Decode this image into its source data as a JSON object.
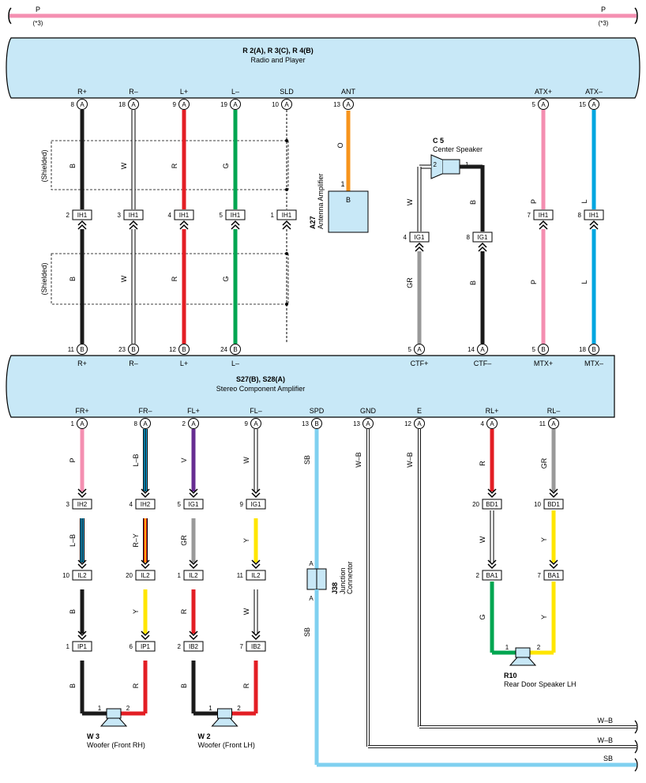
{
  "power_bar": {
    "wire_color": "P",
    "left_note": "(*3)",
    "right_note": "(*3)"
  },
  "colors": {
    "B": "#1a1a1a",
    "W": "#ffffff",
    "R": "#e31e24",
    "G": "#00a651",
    "O": "#f7941d",
    "P": "#f48fb1",
    "L": "#00a6e0",
    "GR": "#999999",
    "V": "#662d91",
    "Y": "#ffe600",
    "SB": "#7fd0f0",
    "box": "#c8e8f7"
  },
  "radio": {
    "title": "R 2(A), R 3(C), R 4(B)",
    "subtitle": "Radio and Player",
    "pins": [
      {
        "name": "R+",
        "num": "8",
        "conn": "A"
      },
      {
        "name": "R–",
        "num": "18",
        "conn": "A"
      },
      {
        "name": "L+",
        "num": "9",
        "conn": "A"
      },
      {
        "name": "L–",
        "num": "19",
        "conn": "A"
      },
      {
        "name": "SLD",
        "num": "10",
        "conn": "A"
      },
      {
        "name": "ANT",
        "num": "13",
        "conn": "A"
      },
      {
        "name": "ATX+",
        "num": "5",
        "conn": "A"
      },
      {
        "name": "ATX–",
        "num": "15",
        "conn": "A"
      }
    ]
  },
  "amp": {
    "title": "S27(B), S28(A)",
    "subtitle": "Stereo Component Amplifier",
    "top_pins": [
      {
        "name": "R+",
        "num": "11",
        "conn": "B"
      },
      {
        "name": "R–",
        "num": "23",
        "conn": "B"
      },
      {
        "name": "L+",
        "num": "12",
        "conn": "B"
      },
      {
        "name": "L–",
        "num": "24",
        "conn": "B"
      },
      {
        "name": "CTF+",
        "num": "5",
        "conn": "A"
      },
      {
        "name": "CTF–",
        "num": "14",
        "conn": "A"
      },
      {
        "name": "MTX+",
        "num": "5",
        "conn": "B"
      },
      {
        "name": "MTX–",
        "num": "18",
        "conn": "B"
      }
    ],
    "bottom_pins": [
      {
        "name": "FR+",
        "num": "1",
        "conn": "A"
      },
      {
        "name": "FR–",
        "num": "8",
        "conn": "A"
      },
      {
        "name": "FL+",
        "num": "2",
        "conn": "A"
      },
      {
        "name": "FL–",
        "num": "9",
        "conn": "A"
      },
      {
        "name": "SPD",
        "num": "13",
        "conn": "B"
      },
      {
        "name": "GND",
        "num": "13",
        "conn": "A"
      },
      {
        "name": "E",
        "num": "12",
        "conn": "A"
      },
      {
        "name": "RL+",
        "num": "4",
        "conn": "A"
      },
      {
        "name": "RL–",
        "num": "11",
        "conn": "A"
      }
    ]
  },
  "shielded": "(Shielded)",
  "upper_wires": [
    {
      "color": "B",
      "top_label": "B",
      "bot_label": "B",
      "conn": "IH1",
      "pin": "2"
    },
    {
      "color": "W",
      "top_label": "W",
      "bot_label": "W",
      "conn": "IH1",
      "pin": "3"
    },
    {
      "color": "R",
      "top_label": "R",
      "bot_label": "R",
      "conn": "IH1",
      "pin": "4"
    },
    {
      "color": "G",
      "top_label": "G",
      "bot_label": "G",
      "conn": "IH1",
      "pin": "5"
    },
    {
      "color": "SLD",
      "conn": "IH1",
      "pin": "1"
    },
    {
      "color": "P",
      "top_label": "P",
      "bot_label": "P",
      "conn": "IH1",
      "pin": "7"
    },
    {
      "color": "L",
      "top_label": "L",
      "bot_label": "L",
      "conn": "IH1",
      "pin": "8"
    }
  ],
  "antenna": {
    "id": "A27",
    "name": "Antenna Amplifier",
    "wire": "O",
    "pin": "1",
    "conn": "B"
  },
  "center_speaker": {
    "id": "C 5",
    "name": "Center Speaker",
    "pin_left": "2",
    "pin_right": "1",
    "left_wire": "W",
    "right_wire": "B",
    "left_conn": "IG1",
    "left_pin": "4",
    "right_conn": "IG1",
    "right_pin": "8",
    "left_bottom": "GR",
    "right_bottom": "B"
  },
  "front_rh": {
    "plus": [
      {
        "label": "P",
        "conn": "IH2",
        "pin": "3"
      },
      {
        "label": "L–B",
        "conn": "IL2",
        "pin": "10"
      },
      {
        "label": "B",
        "conn": "IP1",
        "pin": "1"
      },
      {
        "label": "B"
      }
    ],
    "minus": [
      {
        "label": "L–B",
        "conn": "IH2",
        "pin": "4"
      },
      {
        "label": "R–Y",
        "conn": "IL2",
        "pin": "20"
      },
      {
        "label": "Y",
        "conn": "IP1",
        "pin": "6"
      },
      {
        "label": "R"
      }
    ],
    "speaker": {
      "id": "W 3",
      "name": "Woofer (Front RH)",
      "pin_left": "1",
      "pin_right": "2"
    }
  },
  "front_lh": {
    "plus": [
      {
        "label": "V",
        "conn": "IG1",
        "pin": "5"
      },
      {
        "label": "GR",
        "conn": "IL2",
        "pin": "1"
      },
      {
        "label": "R",
        "conn": "IB2",
        "pin": "2"
      },
      {
        "label": "B"
      }
    ],
    "minus": [
      {
        "label": "W",
        "conn": "IG1",
        "pin": "9"
      },
      {
        "label": "Y",
        "conn": "IL2",
        "pin": "11"
      },
      {
        "label": "W",
        "conn": "IB2",
        "pin": "7"
      },
      {
        "label": "R"
      }
    ],
    "speaker": {
      "id": "W 2",
      "name": "Woofer (Front LH)",
      "pin_left": "1",
      "pin_right": "2"
    }
  },
  "junction": {
    "id": "J38",
    "name": "Junction Connector",
    "top_pin": "A",
    "bottom_pin": "A",
    "wire_top": "SB",
    "wire_bottom": "SB"
  },
  "gnd_wire": "W–B",
  "e_wire": "W–B",
  "rear_lh": {
    "plus": [
      {
        "label": "R",
        "conn": "BD1",
        "pin": "20"
      },
      {
        "label": "W",
        "conn": "BA1",
        "pin": "2"
      },
      {
        "label": "G"
      }
    ],
    "minus": [
      {
        "label": "GR",
        "conn": "BD1",
        "pin": "10"
      },
      {
        "label": "Y",
        "conn": "BA1",
        "pin": "7"
      },
      {
        "label": "Y"
      }
    ],
    "speaker": {
      "id": "R10",
      "name": "Rear Door Speaker LH",
      "pin_left": "1",
      "pin_right": "2"
    }
  },
  "exit_wires": [
    {
      "label": "W–B"
    },
    {
      "label": "W–B"
    },
    {
      "label": "SB"
    }
  ]
}
